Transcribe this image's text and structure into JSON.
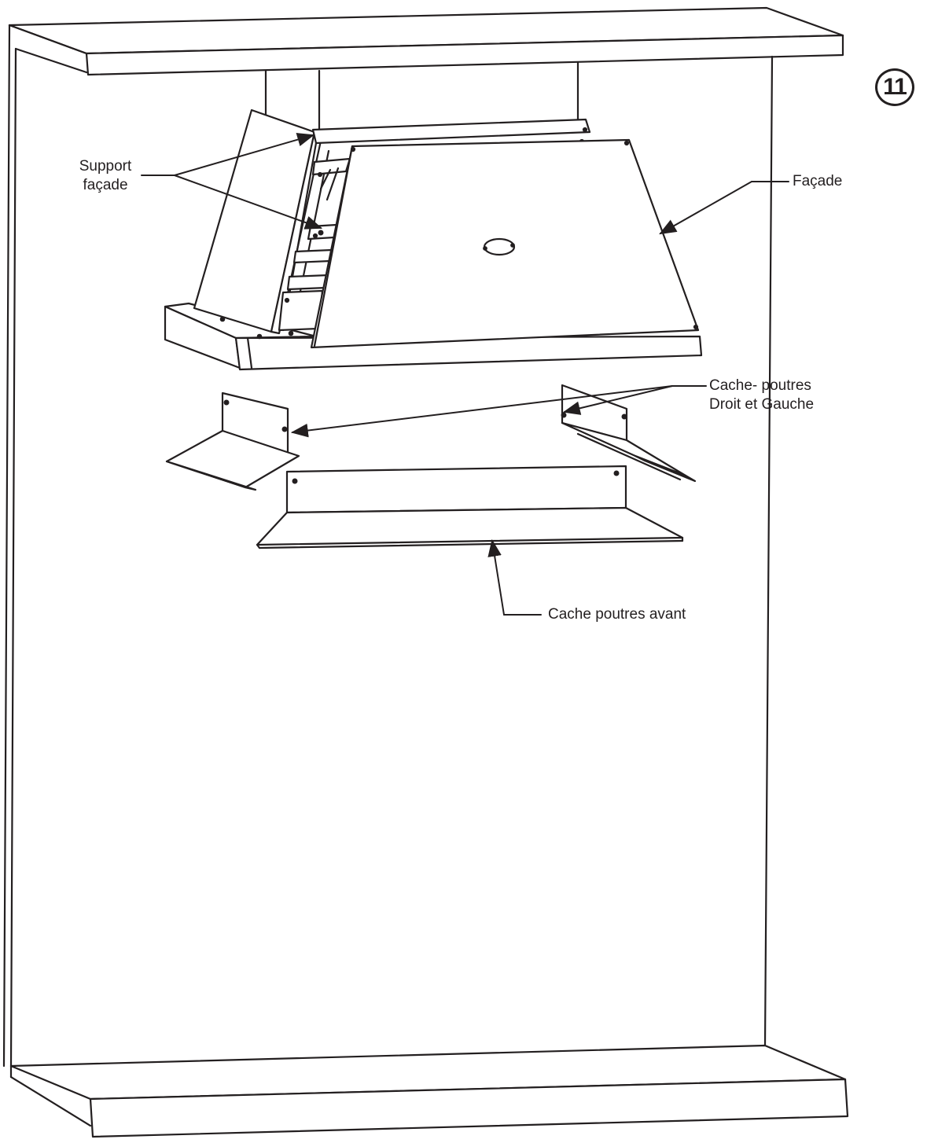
{
  "step_number": "11",
  "labels": {
    "support_facade_line1": "Support",
    "support_facade_line2": "façade",
    "facade": "Façade",
    "cache_poutres_line1": "Cache- poutres",
    "cache_poutres_line2": "Droit et Gauche",
    "cache_poutres_avant": "Cache poutres avant"
  },
  "colors": {
    "line": "#231f20",
    "background": "#ffffff"
  }
}
